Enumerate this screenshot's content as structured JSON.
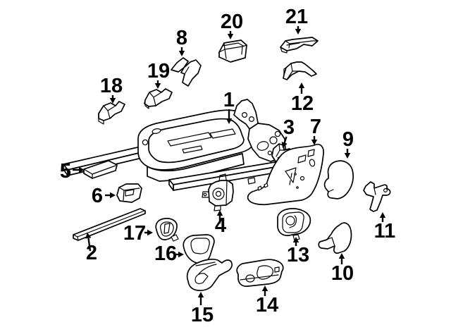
{
  "diagram": {
    "kind": "exploded-parts-diagram",
    "background_color": "#ffffff",
    "line_color": "#000000",
    "callouts": [
      {
        "number": "1"
      },
      {
        "number": "2"
      },
      {
        "number": "3"
      },
      {
        "number": "4"
      },
      {
        "number": "5"
      },
      {
        "number": "6"
      },
      {
        "number": "7"
      },
      {
        "number": "8"
      },
      {
        "number": "9"
      },
      {
        "number": "10"
      },
      {
        "number": "11"
      },
      {
        "number": "12"
      },
      {
        "number": "13"
      },
      {
        "number": "14"
      },
      {
        "number": "15"
      },
      {
        "number": "16"
      },
      {
        "number": "17"
      },
      {
        "number": "18"
      },
      {
        "number": "19"
      },
      {
        "number": "20"
      },
      {
        "number": "21"
      }
    ]
  }
}
